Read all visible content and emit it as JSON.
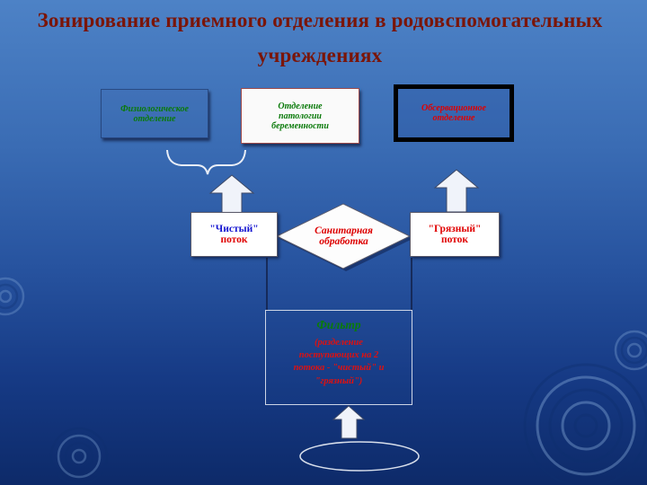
{
  "slide": {
    "title_line1": "Зонирование приемного отделения в родовспомогательных",
    "title_line2": "учреждениях"
  },
  "departments": {
    "physiological": {
      "line1": "Физиологическое",
      "line2": "отделение"
    },
    "pathology": {
      "line1": "Отделение",
      "line2": "патологии",
      "line3": "беременности"
    },
    "observation": {
      "line1": "Обсервационное",
      "line2": "отделение"
    }
  },
  "flows": {
    "clean": {
      "line1": "\"Чистый\"",
      "line2": "поток"
    },
    "dirty": {
      "line1": "\"Грязный\"",
      "line2": "поток"
    }
  },
  "sanitary": {
    "line1": "Санитарная",
    "line2": "обработка"
  },
  "filter": {
    "title": "Фильтр",
    "note": "(разделение поступающих на 2 потока - \"чистый\" и \"грязный\")"
  },
  "colors": {
    "title_maroon": "#7a1508",
    "department_green": "#0a7a0a",
    "red_text": "#e00000",
    "clean_blue": "#1515d0",
    "background_top": "#4d82c6",
    "background_bottom": "#0d2a69"
  },
  "shapes": {
    "sanitary_shape": "diamond",
    "flow_arrows": "block-arrow-up",
    "bottom_terminator": "ellipse"
  }
}
